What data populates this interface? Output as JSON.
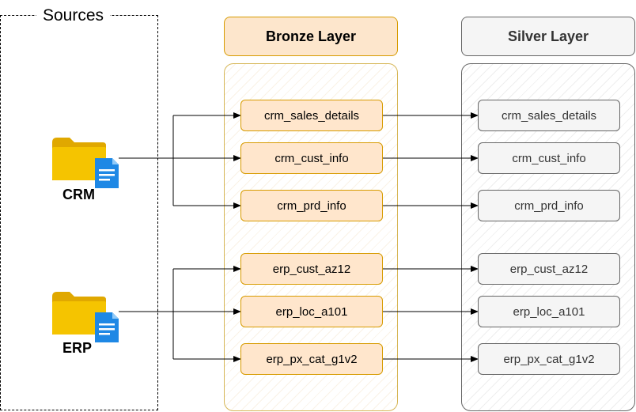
{
  "sources": {
    "title": "Sources",
    "crm": {
      "label": "CRM",
      "icon": "folder-document-icon"
    },
    "erp": {
      "label": "ERP",
      "icon": "folder-document-icon"
    }
  },
  "bronze": {
    "title": "Bronze Layer",
    "tables": [
      "crm_sales_details",
      "crm_cust_info",
      "crm_prd_info",
      "erp_cust_az12",
      "erp_loc_a101",
      "erp_px_cat_g1v2"
    ]
  },
  "silver": {
    "title": "Silver Layer",
    "tables": [
      "crm_sales_details",
      "crm_cust_info",
      "crm_prd_info",
      "erp_cust_az12",
      "erp_loc_a101",
      "erp_px_cat_g1v2"
    ]
  },
  "colors": {
    "bronze_fill": "#ffe6cc",
    "bronze_border": "#d79b00",
    "silver_fill": "#f5f5f5",
    "silver_border": "#666666",
    "folder_yellow": "#f5c400",
    "document_blue": "#1e88e5"
  }
}
